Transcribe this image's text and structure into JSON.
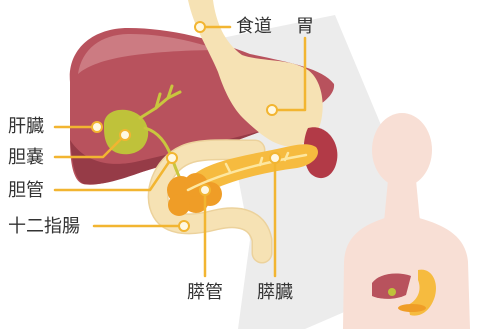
{
  "labels": {
    "esophagus": "食道",
    "stomach": "胃",
    "liver": "肝臓",
    "gallbladder": "胆嚢",
    "bile_duct": "胆管",
    "duodenum": "十二指腸",
    "pancreatic_duct": "膵管",
    "pancreas": "膵臓"
  },
  "colors": {
    "leader": "#f2b531",
    "liver": "#b8525d",
    "liver_highlight": "#cc7b82",
    "liver_shadow": "#963b47",
    "stomach": "#f6e2b4",
    "stomach_edge": "#ecd29c",
    "gallbladder": "#bfc23a",
    "bile_duct": "#c9c63e",
    "pancreas": "#f6bb3f",
    "pancreas_head": "#ef9d27",
    "pancreatic_duct": "#fde7a0",
    "spleen": "#b23a47",
    "body": "#f8dfd5",
    "beam": "#ececec",
    "text": "#333333"
  }
}
